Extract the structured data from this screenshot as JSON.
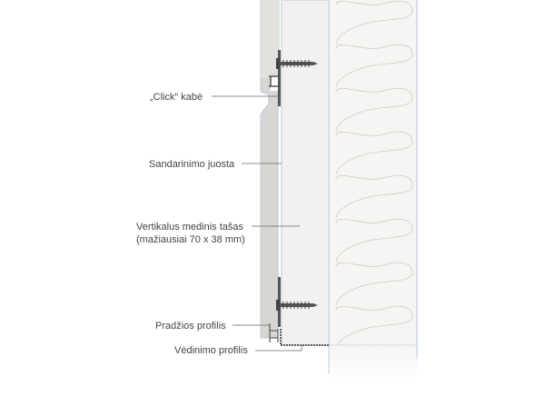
{
  "labels": {
    "click_clip": "„Click“ kabė",
    "sealing_tape": "Sandarinimo juosta",
    "batten_line1": "Vertikalus medinis tašas",
    "batten_line2": "(mažiausiai 70 x 38 mm)",
    "starter_profile": "Pradžios profilis",
    "vent_profile": "Vėdinimo profilis"
  },
  "colors": {
    "panel": "#d8d6d3",
    "batten": "#f2f1ef",
    "insulation": "#f6f5f3",
    "outline": "#a9c1e0",
    "metal": "#555555"
  }
}
